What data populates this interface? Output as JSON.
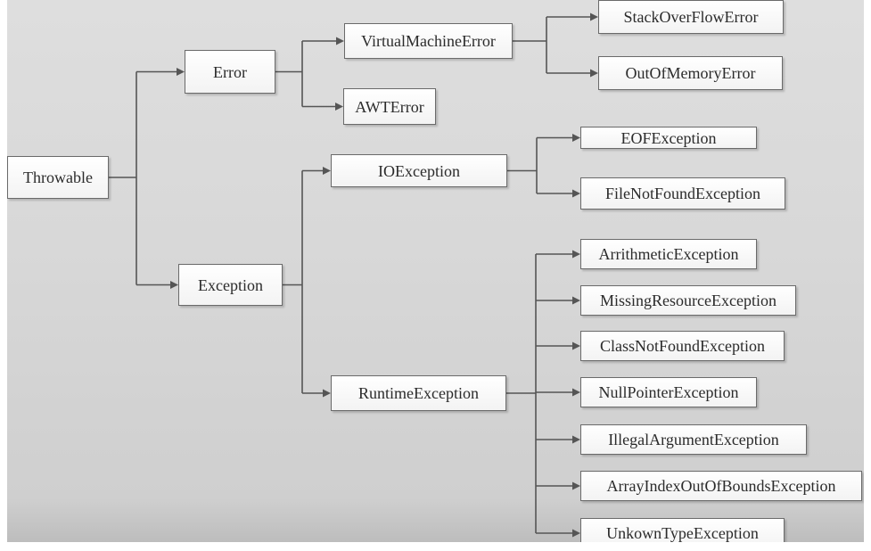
{
  "diagram": {
    "line_color": "#555555",
    "nodes": {
      "throwable": "Throwable",
      "error": "Error",
      "exception": "Exception",
      "virtual_machine_error": "VirtualMachineError",
      "awt_error": "AWTError",
      "stack_overflow_error": "StackOverFlowError",
      "out_of_memory_error": "OutOfMemoryError",
      "io_exception": "IOException",
      "runtime_exception": "RuntimeException",
      "eof_exception": "EOFException",
      "file_not_found_exception": "FileNotFoundException",
      "arithmetic_exception": "ArrithmeticException",
      "missing_resource_exception": "MissingResourceException",
      "class_not_found_exception": "ClassNotFoundException",
      "null_pointer_exception": "NullPointerException",
      "illegal_argument_exception": "IllegalArgumentException",
      "array_index_out_of_bounds_exception": "ArrayIndexOutOfBoundsException",
      "unkown_type_exception": "UnkownTypeException"
    },
    "edges": [
      [
        "throwable",
        "error"
      ],
      [
        "throwable",
        "exception"
      ],
      [
        "error",
        "virtual_machine_error"
      ],
      [
        "error",
        "awt_error"
      ],
      [
        "virtual_machine_error",
        "stack_overflow_error"
      ],
      [
        "virtual_machine_error",
        "out_of_memory_error"
      ],
      [
        "exception",
        "io_exception"
      ],
      [
        "exception",
        "runtime_exception"
      ],
      [
        "io_exception",
        "eof_exception"
      ],
      [
        "io_exception",
        "file_not_found_exception"
      ],
      [
        "runtime_exception",
        "arithmetic_exception"
      ],
      [
        "runtime_exception",
        "missing_resource_exception"
      ],
      [
        "runtime_exception",
        "class_not_found_exception"
      ],
      [
        "runtime_exception",
        "null_pointer_exception"
      ],
      [
        "runtime_exception",
        "illegal_argument_exception"
      ],
      [
        "runtime_exception",
        "array_index_out_of_bounds_exception"
      ],
      [
        "runtime_exception",
        "unkown_type_exception"
      ]
    ]
  }
}
